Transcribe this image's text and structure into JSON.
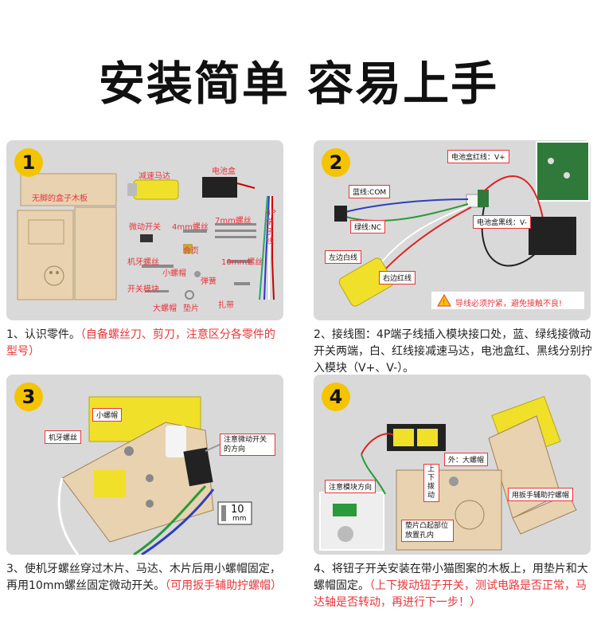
{
  "title": "安装简单 容易上手",
  "steps": [
    {
      "number": "1",
      "labels": {
        "box_board": "无脚的盒子木板",
        "motor": "减速马达",
        "battery_box": "电池盒",
        "terminal": "4P端子线",
        "microswitch": "微动开关",
        "screw_4mm": "4mm螺丝",
        "screw_7mm": "7mm螺丝",
        "machine_screw": "机牙螺丝",
        "small_nut": "小螺帽",
        "coupler": "合页",
        "screw_10mm": "10mm螺丝",
        "toggle": "开关模块",
        "big_nut": "大螺帽",
        "washer": "垫片",
        "spring": "弹簧",
        "zip_tie": "扎带"
      },
      "caption_plain": "1、认识零件。",
      "caption_red": "（自备螺丝刀、剪刀，注意区分各零件的型号）"
    },
    {
      "number": "2",
      "labels": {
        "battery_red": "电池盒红线：V+",
        "blue_com": "蓝线:COM",
        "green_nc": "绿线:NC",
        "battery_black": "电池盒黑线：V-",
        "left_white": "左边白线",
        "right_red": "右边红线",
        "warning": "导线必须拧紧，避免接触不良!"
      },
      "caption_plain": "2、接线图：4P端子线插入模块接口处，蓝、绿线接微动开关两端，白、红线接减速马达，电池盒红、黑线分别拧入模块（V+、V-）。",
      "caption_red": ""
    },
    {
      "number": "3",
      "labels": {
        "small_nut": "小螺帽",
        "machine_screw": "机牙螺丝",
        "note_switch": "注意微动开关的方向",
        "screw_size": "10",
        "screw_unit": "mm"
      },
      "caption_plain": "3、使机牙螺丝穿过木片、马达、木片后用小螺帽固定，再用10mm螺丝固定微动开关。",
      "caption_red": "（可用扳手辅助拧螺帽）"
    },
    {
      "number": "4",
      "labels": {
        "outer_nut": "外：大螺帽",
        "toggle_dir": "上下拨动",
        "note_module": "注意模块方向",
        "wrench": "用扳手辅助拧螺帽",
        "washer_note": "垫片凸起部位放置孔内"
      },
      "caption_plain": "4、将钮子开关安装在带小猫图案的木板上，用垫片和大螺帽固定。",
      "caption_red": "（上下拨动钮子开关，测试电路是否正常，马达轴是否转动，再进行下一步！）"
    }
  ],
  "colors": {
    "accent_red": "#e8353a",
    "badge_yellow": "#f5c400",
    "panel_bg": "#d9d9d9",
    "wood": "#e8d2b0",
    "motor_yellow": "#f0e02a"
  }
}
